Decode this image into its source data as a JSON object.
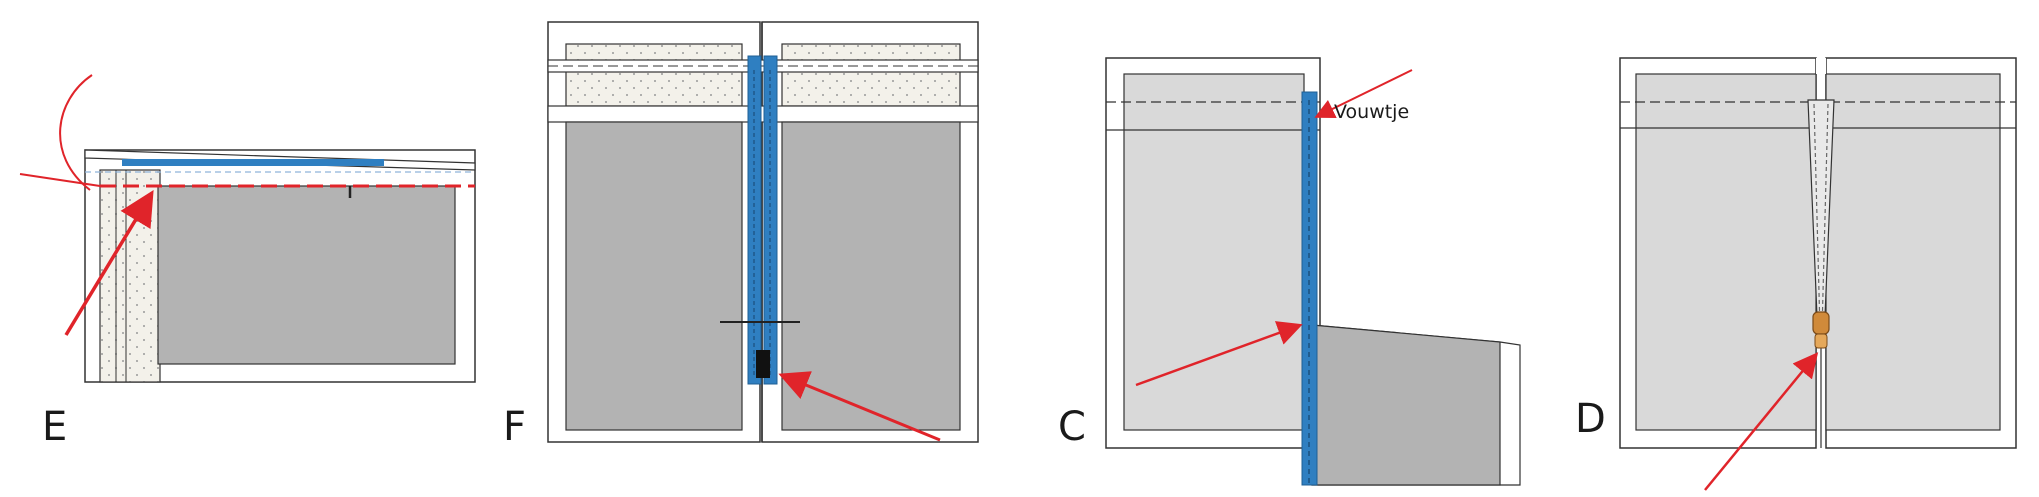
{
  "panels": [
    {
      "letter": "E"
    },
    {
      "letter": "F"
    },
    {
      "letter": "C"
    },
    {
      "letter": "D"
    }
  ],
  "annotations": {
    "fold_label": "Vouwtje"
  },
  "colors": {
    "fabric_dark": "#b3b3b3",
    "fabric_light": "#d9d9d9",
    "zipper_blue": "#2f7fc1",
    "arrow_red": "#e0242a",
    "outline": "#333333",
    "pull_orange": "#d08a3a"
  }
}
